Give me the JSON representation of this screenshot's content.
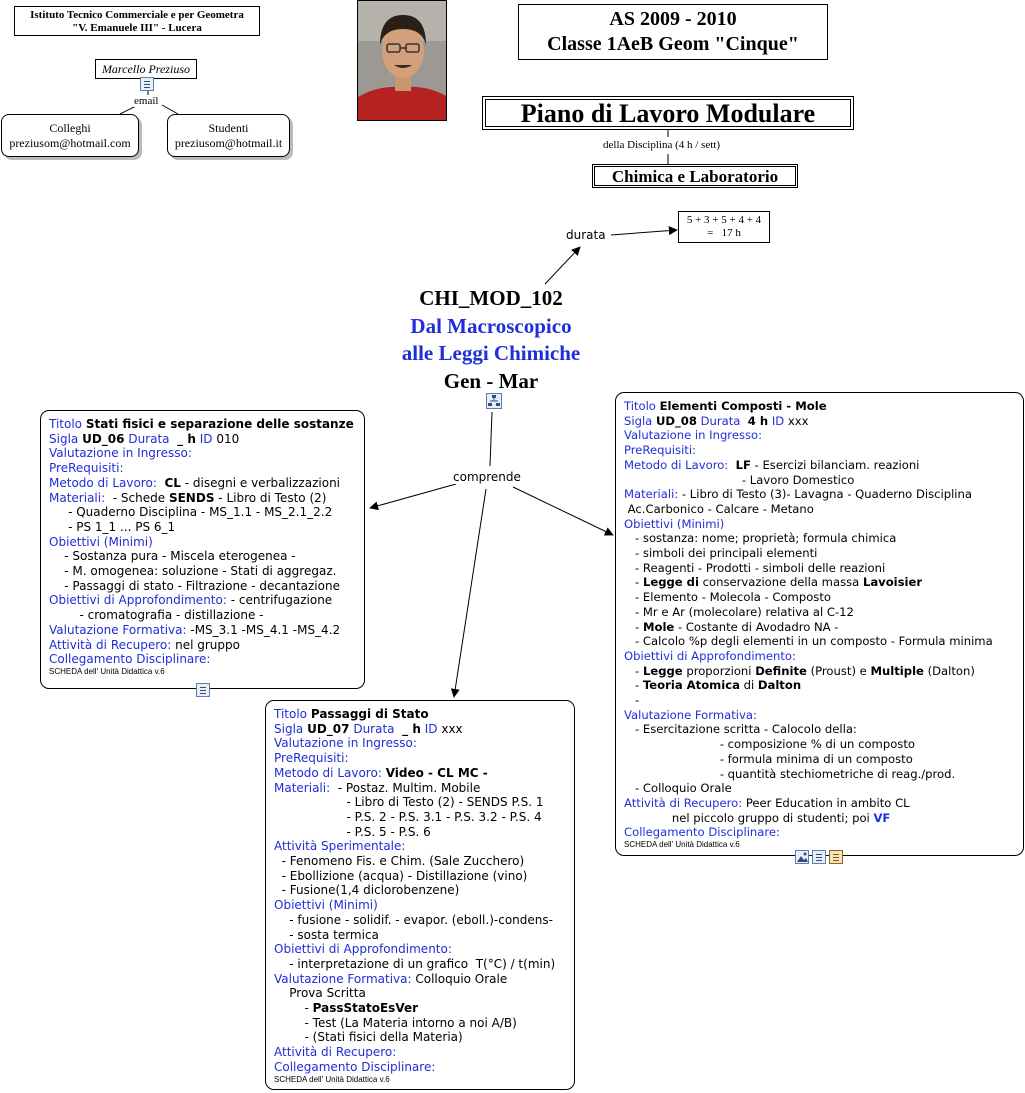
{
  "header": {
    "school_line1": "Istituto Tecnico Commerciale e per Geometra",
    "school_line2": "\"V. Emanuele III\" - Lucera",
    "author": "Marcello Preziuso",
    "email_label": "email",
    "contact_colleghi": {
      "title": "Colleghi",
      "email": "preziusom@hotmail.com"
    },
    "contact_studenti": {
      "title": "Studenti",
      "email": "preziusom@hotmail.it"
    },
    "year_line1": "AS 2009 - 2010",
    "year_line2": "Classe 1AeB Geom \"Cinque\"",
    "plan_title": "Piano di Lavoro Modulare",
    "discipline_hours": "della Disciplina (4 h / sett)",
    "discipline": "Chimica e Laboratorio"
  },
  "module": {
    "code": "CHI_MOD_102",
    "title_line1": "Dal Macroscopico",
    "title_line2": "alle Leggi Chimiche",
    "period": "Gen - Mar",
    "durata_label": "durata",
    "durata_line1": "5 + 3 + 5 + 4 + 4",
    "durata_line2": "=   17 h",
    "comprende_label": "comprende"
  },
  "ud06": {
    "l01": [
      "Titolo",
      "Stati fisici e separazione delle sostanze"
    ],
    "l02": [
      "Sigla",
      "UD_06",
      "Durata",
      "_ h",
      "ID",
      "010"
    ],
    "l03": "Valutazione in Ingresso:",
    "l04": "PreRequisiti:",
    "l05": [
      "Metodo di Lavoro:",
      "CL",
      "- disegni e verbalizzazioni"
    ],
    "l06": [
      "Materiali:",
      "- Schede",
      "SENDS",
      "- Libro di Testo (2)"
    ],
    "l07": "     - Quaderno Disciplina - MS_1.1 - MS_2.1_2.2",
    "l08": "     - PS 1_1 ... PS 6_1",
    "l09": "Obiettivi (Minimi)",
    "l10": "    - Sostanza pura - Miscela eterogenea -",
    "l11": "    - M. omogenea: soluzione - Stati di aggregaz.",
    "l12": "    - Passaggi di stato - Filtrazione - decantazione",
    "l13": [
      "Obiettivi di Approfondimento:",
      "- centrifugazione"
    ],
    "l14": "        - cromatografia - distillazione -",
    "l15": [
      "Valutazione Formativa:",
      "-MS_3.1 -MS_4.1 -MS_4.2"
    ],
    "l16": [
      "Attività di Recupero:",
      "nel gruppo"
    ],
    "l17": "Collegamento Disciplinare:",
    "footer": "SCHEDA dell' Unità Didattica v.6"
  },
  "ud07": {
    "l01": [
      "Titolo",
      "Passaggi di Stato"
    ],
    "l02": [
      "Sigla",
      "UD_07",
      "Durata",
      "_ h",
      "ID",
      "xxx"
    ],
    "l03": "Valutazione in Ingresso:",
    "l04": "PreRequisiti:",
    "l05": [
      "Metodo di Lavoro:",
      "Video - CL MC -"
    ],
    "l06": [
      "Materiali:",
      "- Postaz. Multim. Mobile"
    ],
    "l07": "                   - Libro di Testo (2) - SENDS P.S. 1",
    "l08": "                   - P.S. 2 - P.S. 3.1 - P.S. 3.2 - P.S. 4",
    "l09": "                   - P.S. 5 - P.S. 6",
    "l10": "Attività Sperimentale:",
    "l11": "  - Fenomeno Fis. e Chim. (Sale Zucchero)",
    "l12": "  - Ebollizione (acqua) - Distillazione (vino)",
    "l13": "  - Fusione(1,4 diclorobenzene)",
    "l14": "Obiettivi (Minimi)",
    "l15": "    - fusione - solidif. - evapor. (eboll.)-condens-",
    "l16": "    - sosta termica",
    "l17": "Obiettivi di Approfondimento:",
    "l18": "    - interpretazione di un grafico  T(°C) / t(min)",
    "l19": [
      "Valutazione Formativa:",
      "Colloquio Orale"
    ],
    "l20": "    Prova Scritta",
    "l21": "PassStatoEsVer",
    "l22": "        - Test (La Materia intorno a noi A/B)",
    "l23": "        - (Stati fisici della Materia)",
    "l24": "Attività di Recupero:",
    "l25": "Collegamento Disciplinare:",
    "footer": "SCHEDA dell' Unità Didattica v.6"
  },
  "ud08": {
    "l01": [
      "Titolo",
      "Elementi Composti - Mole"
    ],
    "l02": [
      "Sigla",
      "UD_08",
      "Durata",
      "4 h",
      "ID",
      "xxx"
    ],
    "l03": "Valutazione in Ingresso:",
    "l04": "PreRequisiti:",
    "l05": [
      "Metodo di Lavoro:",
      "LF",
      "- Esercizi bilanciam. reazioni"
    ],
    "l06": "                                - Lavoro Domestico",
    "l07": [
      "Materiali:",
      "- Libro di Testo (3)- Lavagna - Quaderno Disciplina"
    ],
    "l08": " Ac.Carbonico - Calcare - Metano",
    "l09": "Obiettivi (Minimi)",
    "l10": "   - sostanza: nome; proprietà; formula chimica",
    "l11": "   - simboli dei principali elementi",
    "l12": "   - Reagenti - Prodotti - simboli delle reazioni",
    "l13": [
      "Legge di",
      "conservazione della massa",
      "Lavoisier"
    ],
    "l14": "   - Elemento - Molecola - Composto",
    "l15": "   - Mr e Ar (molecolare) relativa al C-12",
    "l16": [
      "Mole",
      "- Costante di Avodadro NA -"
    ],
    "l17": "   - Calcolo %p degli elementi in un composto - Formula minima",
    "l18": "Obiettivi di Approfondimento:",
    "l19": [
      "Legge",
      "proporzioni",
      "Definite",
      "(Proust) e",
      "Multiple",
      "(Dalton)"
    ],
    "l20": [
      "Teoria Atomica",
      "di",
      "Dalton"
    ],
    "l21": "   -",
    "l22": "Valutazione Formativa:",
    "l23": "   - Esercitazione scritta - Calocolo della:",
    "l24": "                          - composizione % di un composto",
    "l25": "                          - formula minima di un composto",
    "l26": "                          - quantità stechiometriche di reag./prod.",
    "l27": "   - Colloquio Orale",
    "l28": [
      "Attività di Recupero:",
      "Peer Education in ambito CL"
    ],
    "l29": [
      "             nel piccolo gruppo di studenti; poi",
      "VF"
    ],
    "l30": "Collegamento Disciplinare:",
    "footer": "SCHEDA dell' Unità Didattica v.6"
  }
}
